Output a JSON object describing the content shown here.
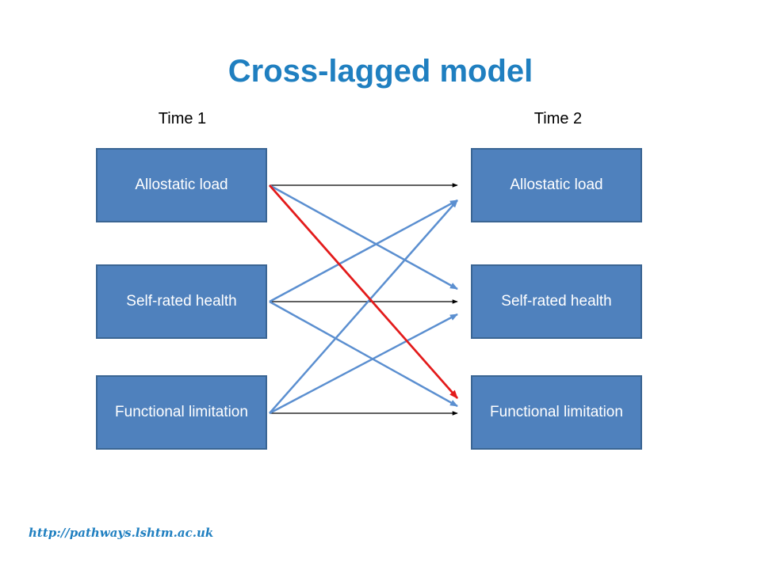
{
  "title": "Cross-lagged model",
  "time_labels": [
    "Time 1",
    "Time 2"
  ],
  "nodes": {
    "t1_allostatic": "Allostatic load",
    "t1_selfrated": "Self-rated health",
    "t1_functional": "Functional limitation",
    "t2_allostatic": "Allostatic load",
    "t2_selfrated": "Self-rated health",
    "t2_functional": "Functional limitation"
  },
  "edges": [
    {
      "from": "t1_allostatic",
      "to": "t2_allostatic",
      "color": "#000000",
      "kind": "autoregressive"
    },
    {
      "from": "t1_selfrated",
      "to": "t2_selfrated",
      "color": "#000000",
      "kind": "autoregressive"
    },
    {
      "from": "t1_functional",
      "to": "t2_functional",
      "color": "#000000",
      "kind": "autoregressive"
    },
    {
      "from": "t1_allostatic",
      "to": "t2_selfrated",
      "color": "#5b8fd0",
      "kind": "cross-lagged"
    },
    {
      "from": "t1_allostatic",
      "to": "t2_functional",
      "color": "#e31b1b",
      "kind": "cross-lagged-highlight"
    },
    {
      "from": "t1_selfrated",
      "to": "t2_allostatic",
      "color": "#5b8fd0",
      "kind": "cross-lagged"
    },
    {
      "from": "t1_selfrated",
      "to": "t2_functional",
      "color": "#5b8fd0",
      "kind": "cross-lagged"
    },
    {
      "from": "t1_functional",
      "to": "t2_allostatic",
      "color": "#5b8fd0",
      "kind": "cross-lagged"
    },
    {
      "from": "t1_functional",
      "to": "t2_selfrated",
      "color": "#5b8fd0",
      "kind": "cross-lagged"
    }
  ],
  "colors": {
    "title": "#1f7fc0",
    "box_fill": "#4f81bd",
    "box_border": "#3a6593",
    "arrow_blue": "#5b8fd0",
    "arrow_red": "#e31b1b",
    "arrow_black": "#000000",
    "link": "#1f7fc0"
  },
  "footer_link": "http://pathways.lshtm.ac.uk"
}
